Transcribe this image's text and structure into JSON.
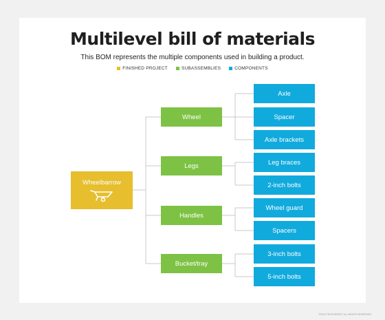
{
  "title": "Multilevel bill of materials",
  "subtitle": "This BOM represents the multiple components used in building a product.",
  "legend": [
    {
      "label": "FINISHED PROJECT",
      "color": "#e6be2e"
    },
    {
      "label": "SUBASSEMBLIES",
      "color": "#7dc244"
    },
    {
      "label": "COMPONENTS",
      "color": "#11aadd"
    }
  ],
  "root": {
    "label": "Wheelbarrow",
    "icon": "wheelbarrow-icon"
  },
  "subassemblies": [
    {
      "label": "Wheel",
      "components": [
        "Axle",
        "Spacer",
        "Axle brackets"
      ]
    },
    {
      "label": "Legs",
      "components": [
        "Leg braces",
        "2-inch bolts"
      ]
    },
    {
      "label": "Handles",
      "components": [
        "Wheel guard",
        "Spacers"
      ]
    },
    {
      "label": "Bucket/tray",
      "components": [
        "3-inch bolts",
        "5-inch bolts"
      ]
    }
  ],
  "footer": "©2022 TECHTARGET. ALL RIGHTS RESERVED"
}
